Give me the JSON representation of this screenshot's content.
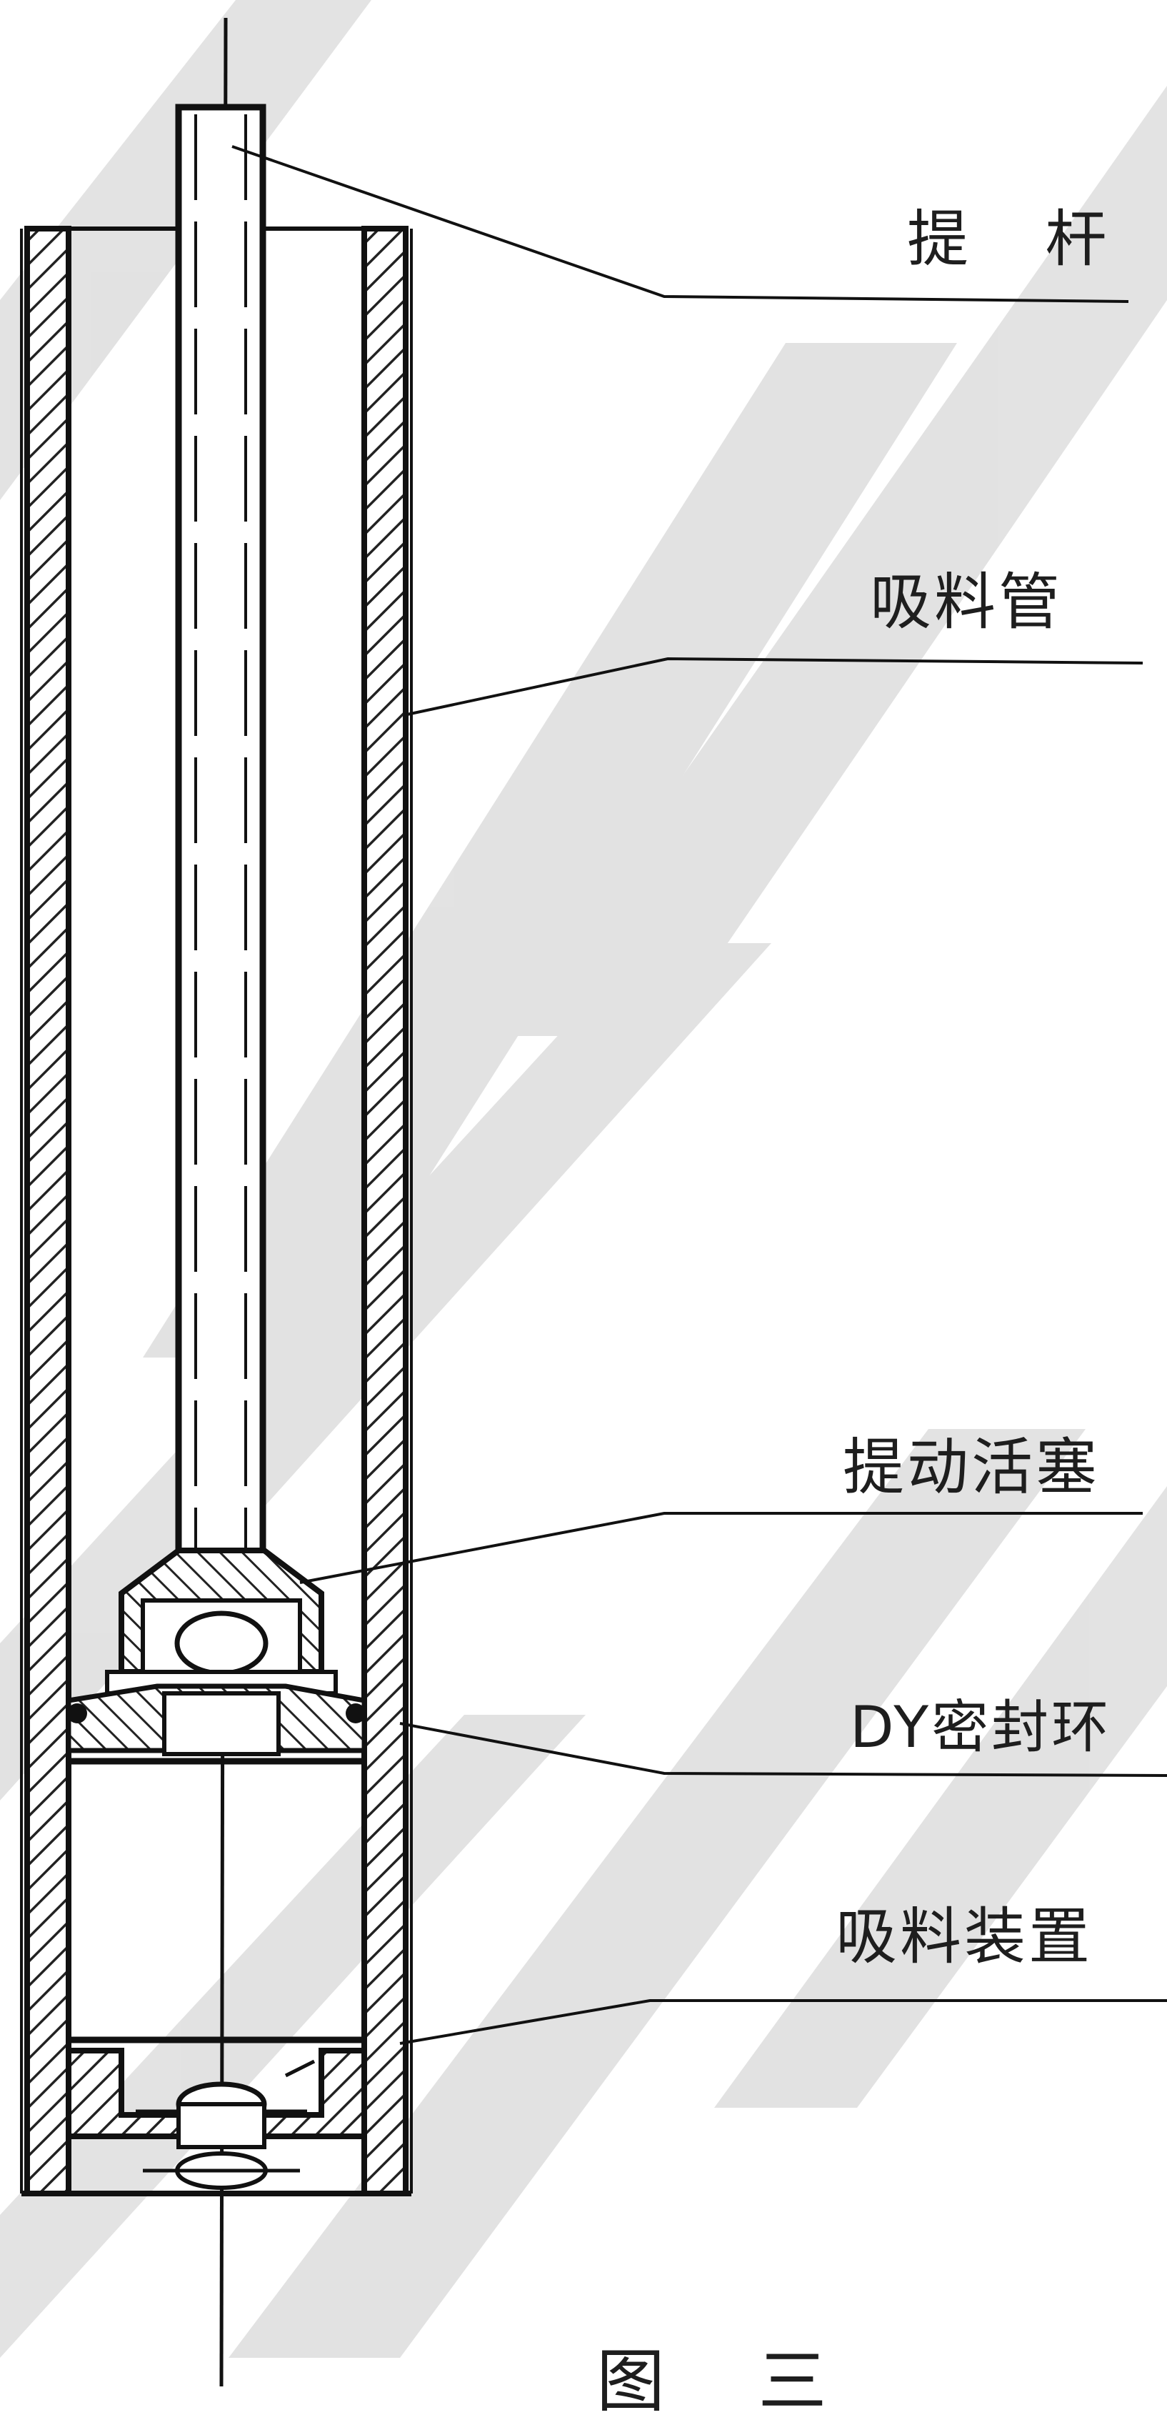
{
  "labels": {
    "lift_rod": "提 杆",
    "suction_tube": "吸料管",
    "lift_piston": "提动活塞",
    "dy_seal_ring": "DY密封环",
    "suction_device": "吸料装置"
  },
  "caption": "图 三"
}
